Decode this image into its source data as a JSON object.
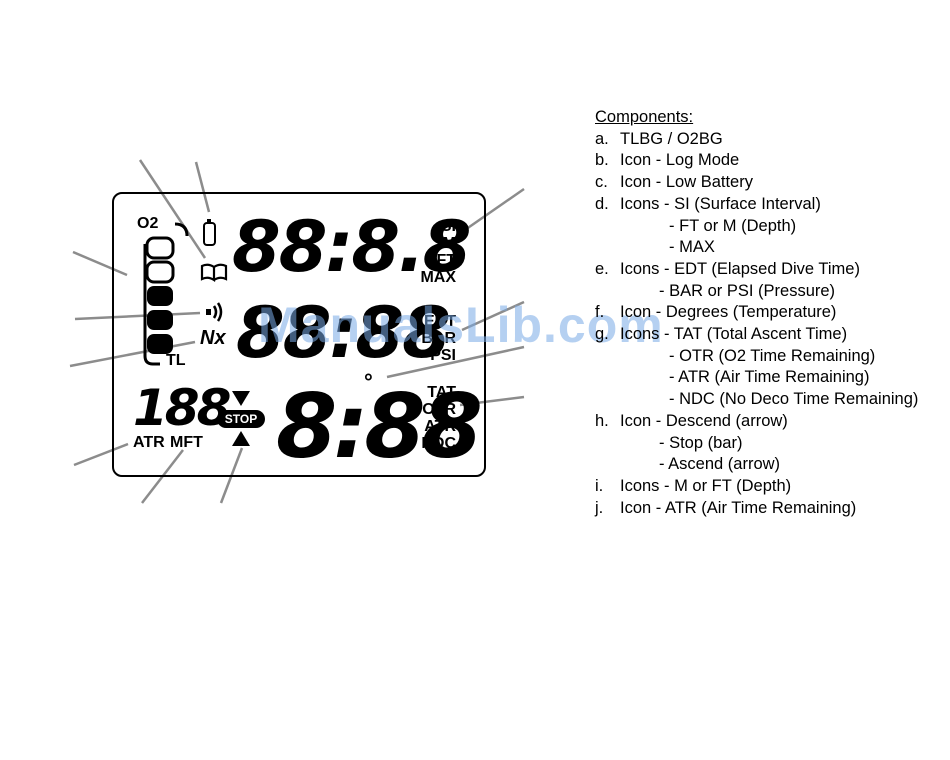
{
  "lcd": {
    "row1_digits": "88:8.8",
    "row2_digits": "88:88",
    "row3_digits": "8:88",
    "small_digits": "188",
    "degree_symbol": "°",
    "o2_label": "O2",
    "tl_label": "TL",
    "nx_label": "Nx",
    "stop_label": "STOP",
    "row1_units": [
      "SI",
      "M",
      "FT",
      "MAX"
    ],
    "row2_units": [
      "EDT",
      "BAR",
      "PSI"
    ],
    "row3_units": [
      "TAT",
      "OTR",
      "ATR",
      "NDC"
    ],
    "bottom_labels": [
      "ATR",
      "MFT"
    ],
    "icons": {
      "battery": "battery-icon",
      "logbook": "logbook-icon",
      "alarm": "alarm-icon",
      "descend": "descend-arrow-icon",
      "ascend": "ascend-arrow-icon"
    }
  },
  "components": {
    "title": "Components:",
    "items": [
      {
        "letter": "a.",
        "text": "TLBG / O2BG"
      },
      {
        "letter": "b.",
        "text": "Icon - Log Mode"
      },
      {
        "letter": "c.",
        "text": "Icon - Low Battery"
      },
      {
        "letter": "d.",
        "text": "Icons - SI (Surface Interval)"
      },
      {
        "letter": "",
        "text": "- FT or M (Depth)",
        "indent": "sub1"
      },
      {
        "letter": "",
        "text": "- MAX",
        "indent": "sub1"
      },
      {
        "letter": "e.",
        "text": "Icons - EDT (Elapsed Dive Time)"
      },
      {
        "letter": "",
        "text": "- BAR or PSI (Pressure)",
        "indent": "sub3"
      },
      {
        "letter": "f.",
        "text": "Icon - Degrees (Temperature)"
      },
      {
        "letter": "g.",
        "text": "Icons - TAT (Total Ascent Time)"
      },
      {
        "letter": "",
        "text": "- OTR (O2 Time Remaining)",
        "indent": "sub1"
      },
      {
        "letter": "",
        "text": "- ATR (Air Time Remaining)",
        "indent": "sub1"
      },
      {
        "letter": "",
        "text": "- NDC (No Deco Time Remaining)",
        "indent": "sub1"
      },
      {
        "letter": "h.",
        "text": "Icon - Descend (arrow)"
      },
      {
        "letter": "",
        "text": "- Stop (bar)",
        "indent": "sub3"
      },
      {
        "letter": "",
        "text": "- Ascend (arrow)",
        "indent": "sub3"
      },
      {
        "letter": "i.",
        "text": "Icons - M or FT (Depth)"
      },
      {
        "letter": "j.",
        "text": "Icon - ATR (Air Time Remaining)"
      }
    ]
  },
  "watermark": "ManualsLib.com",
  "colors": {
    "ink": "#000000",
    "leader": "#8c8c8c",
    "watermark": "#78aae6"
  }
}
